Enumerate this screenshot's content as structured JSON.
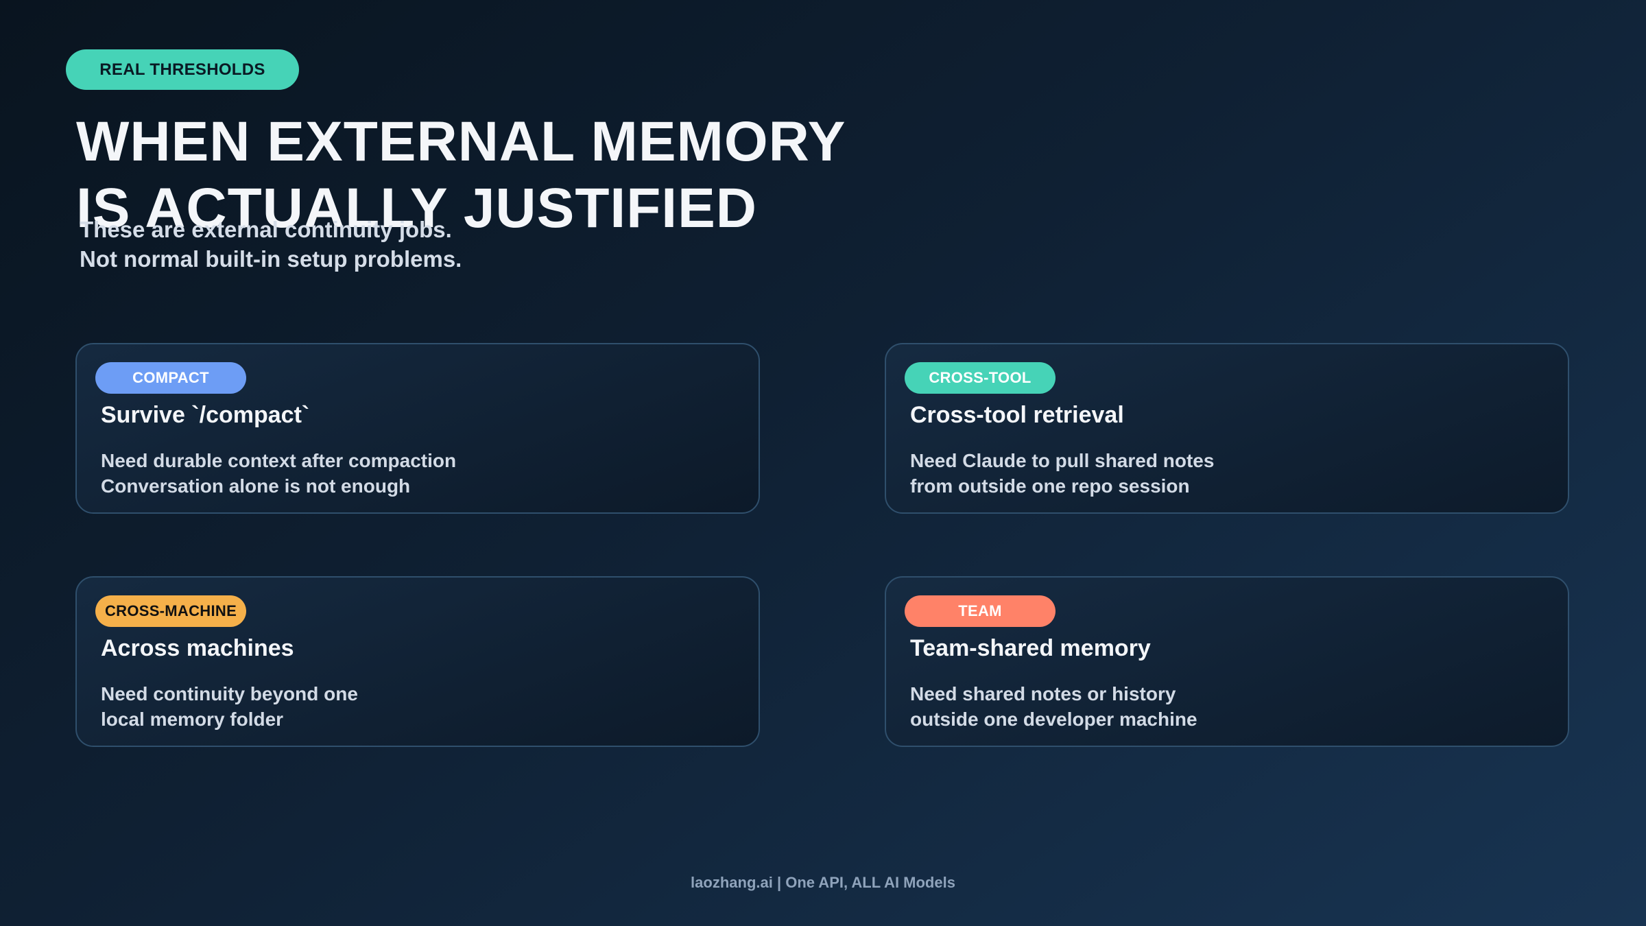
{
  "header": {
    "badge": "REAL THRESHOLDS",
    "title_lines": [
      "WHEN EXTERNAL MEMORY",
      "IS ACTUALLY JUSTIFIED"
    ],
    "subtitle_lines": [
      "These are external continuity jobs.",
      "Not normal built-in setup problems."
    ]
  },
  "cards": [
    {
      "tag": "COMPACT",
      "tag_color": "#6d9df5",
      "tag_text_color": "#ffffff",
      "title": "Survive `/compact`",
      "body_lines": [
        "Need durable context after compaction",
        "Conversation alone is not enough"
      ]
    },
    {
      "tag": "CROSS-TOOL",
      "tag_color": "#46d3b7",
      "tag_text_color": "#ffffff",
      "title": "Cross-tool retrieval",
      "body_lines": [
        "Need Claude to pull shared notes",
        "from outside one repo session"
      ]
    },
    {
      "tag": "CROSS-MACHINE",
      "tag_color": "#f5b04a",
      "tag_text_color": "#111111",
      "title": "Across machines",
      "body_lines": [
        "Need continuity beyond one",
        "local memory folder"
      ]
    },
    {
      "tag": "TEAM",
      "tag_color": "#ff8268",
      "tag_text_color": "#ffffff",
      "title": "Team-shared memory",
      "body_lines": [
        "Need shared notes or history",
        "outside one developer machine"
      ]
    }
  ],
  "footer": {
    "text": "laozhang.ai | One API, ALL AI Models"
  }
}
